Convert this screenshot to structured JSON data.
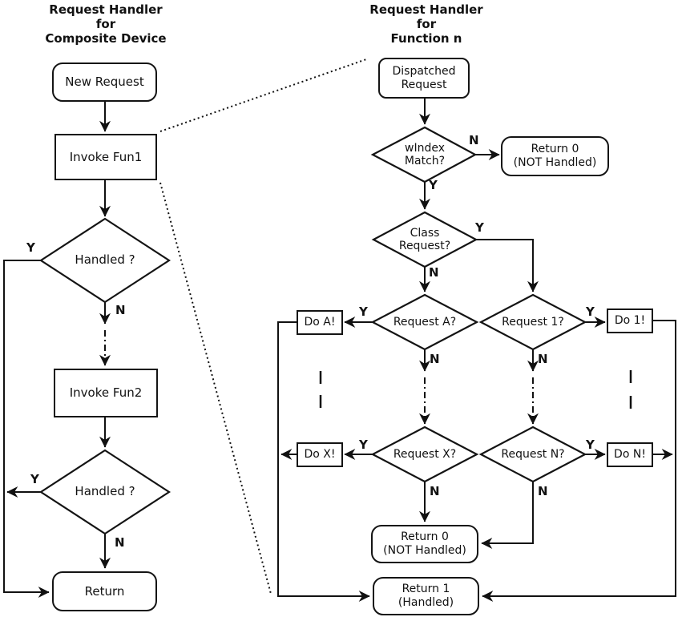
{
  "diagram": {
    "left": {
      "title": [
        "Request Handler",
        "for",
        "Composite Device"
      ],
      "nodes": {
        "new_request": "New Request",
        "invoke_fun1": "Invoke Fun1",
        "handled1": "Handled ?",
        "invoke_fun2": "Invoke Fun2",
        "handled2": "Handled ?",
        "return": "Return"
      }
    },
    "right": {
      "title": [
        "Request Handler",
        "for",
        "Function n"
      ],
      "nodes": {
        "dispatched": [
          "Dispatched",
          "Request"
        ],
        "windex": [
          "wIndex",
          "Match?"
        ],
        "return0_top": [
          "Return 0",
          "(NOT Handled)"
        ],
        "class_request": [
          "Class",
          "Request?"
        ],
        "request_a": "Request A?",
        "request_1": "Request 1?",
        "do_a": "Do A!",
        "do_1": "Do 1!",
        "request_x": "Request X?",
        "request_n": "Request N?",
        "do_x": "Do X!",
        "do_n": "Do N!",
        "return0_bottom": [
          "Return 0",
          "(NOT Handled)"
        ],
        "return1": [
          "Return 1",
          "(Handled)"
        ]
      }
    },
    "labels": {
      "yes": "Y",
      "no": "N"
    },
    "colors": {
      "line": "#111111",
      "background": "#ffffff",
      "text": "#111111"
    }
  }
}
